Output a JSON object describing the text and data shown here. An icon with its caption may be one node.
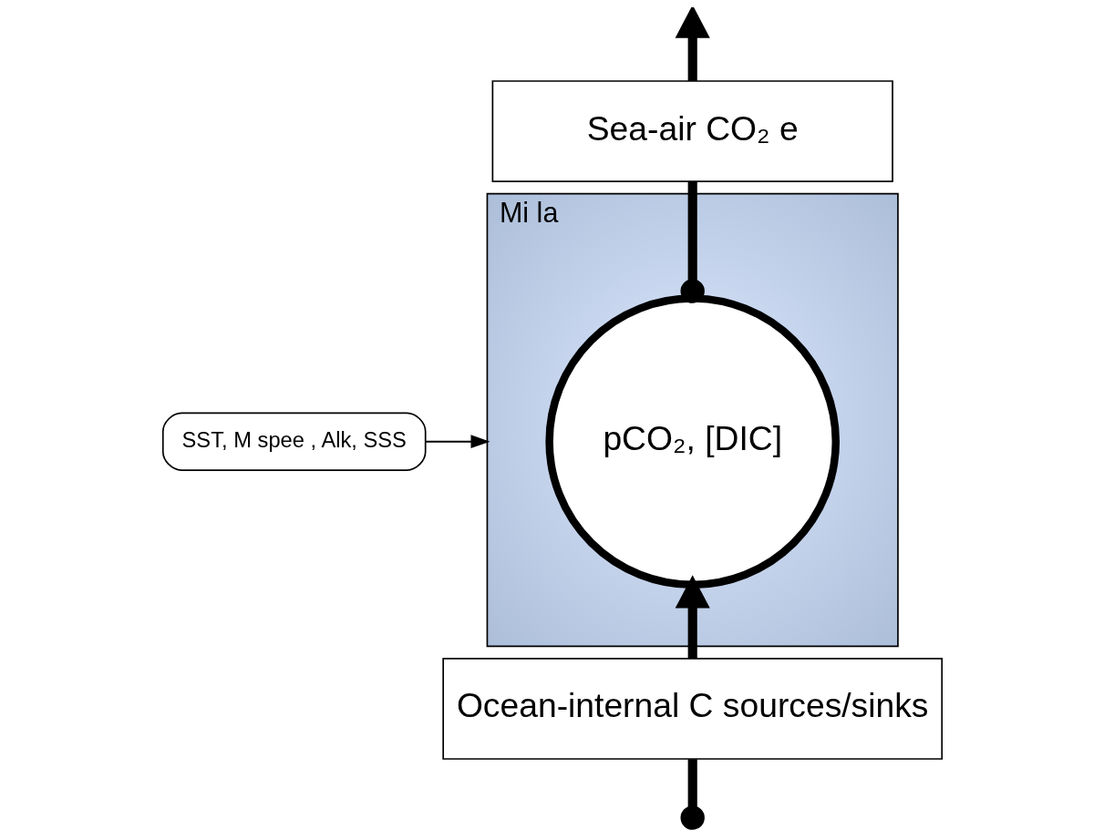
{
  "diagram": {
    "nodes": [
      {
        "text": [
          "Sea-air CO₂ e"
        ]
      },
      {
        "text": [
          "Mi la"
        ]
      },
      {
        "text": [
          "pCO₂, [DIC]"
        ],
        "in": 1
      },
      {
        "text": [
          "Ocean-internal C sources/sinks"
        ]
      },
      {
        "text": [
          "SST, M spee , Alk, SSS"
        ]
      }
    ],
    "edges": [
      {
        "from": 2,
        "to": 0,
        "arrow": "other"
      },
      {
        "from": 0,
        "to": null,
        "arrow": "to"
      },
      {
        "from": 3,
        "to": 2,
        "arrow": "to"
      },
      {
        "from": null,
        "to": 3,
        "arrow": "other"
      },
      {
        "from": 4,
        "to": 1,
        "arrow": "to"
      }
    ]
  }
}
